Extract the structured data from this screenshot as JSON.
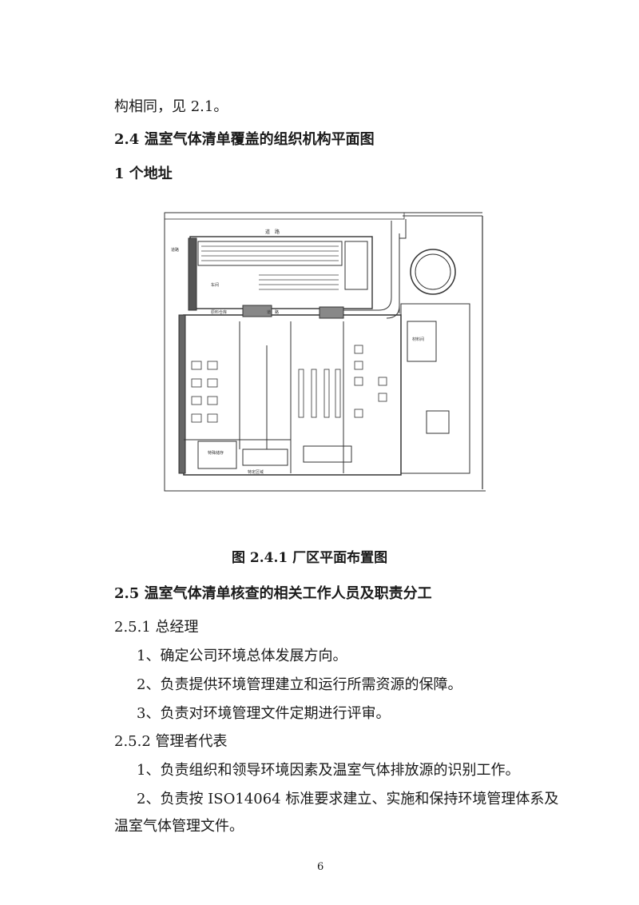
{
  "top_line": "构相同，见 2.1。",
  "section_2_4": "2.4  温室气体清单覆盖的组织机构平面图",
  "address_heading": "1 个地址",
  "figure": {
    "caption": "图 2.4.1    厂区平面布置图",
    "labels": {
      "road_top": "道　路",
      "road_side": "道路",
      "workshop": "车间",
      "warehouse": "原料仓库",
      "road_mid": "道　路",
      "special_storage": "特殊储存",
      "special_area": "特定区域",
      "material_room": "材料间"
    }
  },
  "section_2_5": "2.5    温室气体清单核查的相关工作人员及职责分工",
  "s251": {
    "heading": "2.5.1  总经理",
    "items": [
      "1、确定公司环境总体发展方向。",
      "2、负责提供环境管理建立和运行所需资源的保障。",
      "3、负责对环境管理文件定期进行评审。"
    ]
  },
  "s252": {
    "heading": "2.5.2  管理者代表",
    "items": [
      "1、负责组织和领导环境因素及温室气体排放源的识别工作。",
      "2、负责按 ISO14064 标准要求建立、实施和保持环境管理体系及",
      "温室气体管理文件。"
    ]
  },
  "page_number": "6"
}
